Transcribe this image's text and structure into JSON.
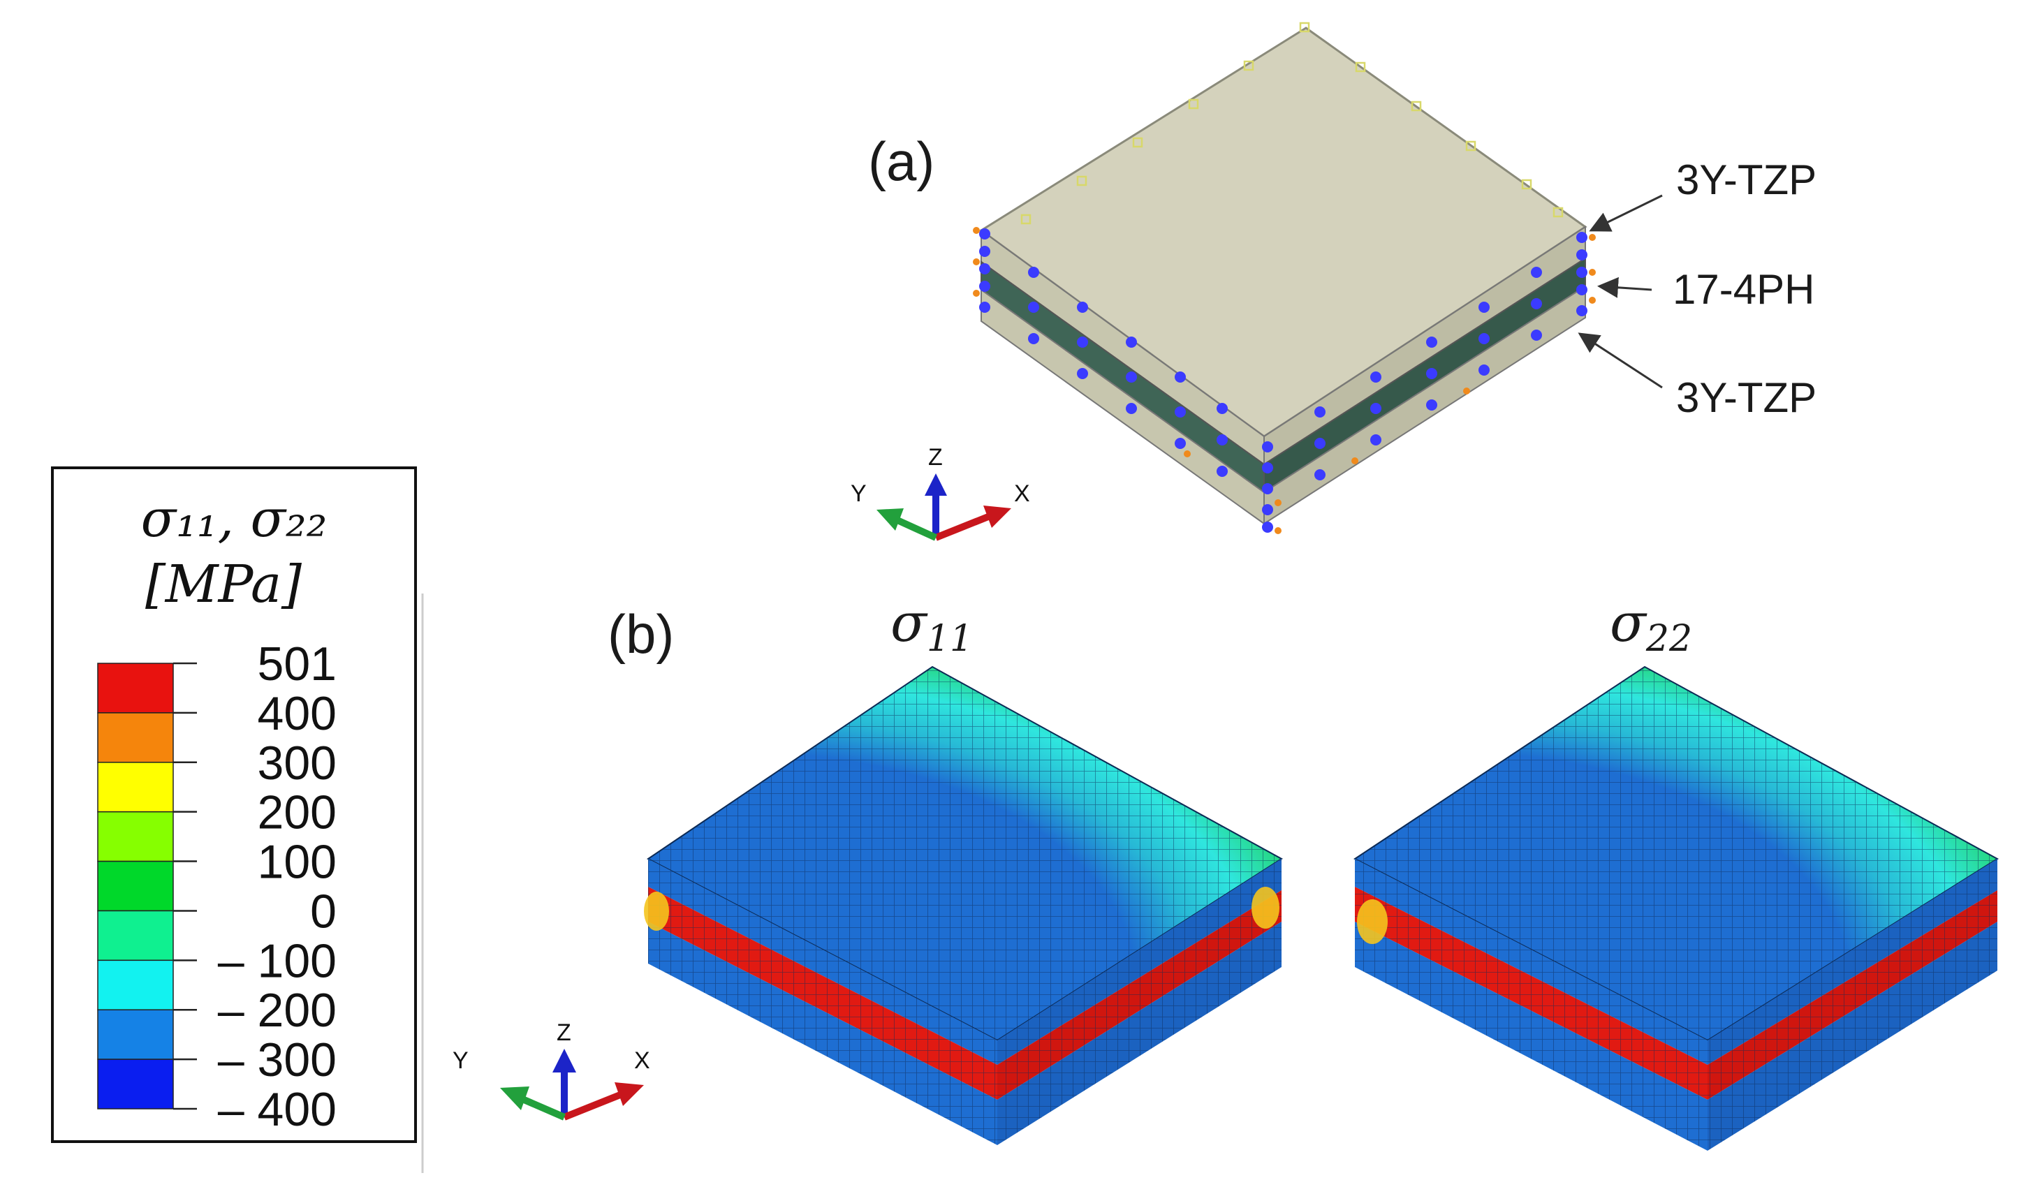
{
  "panel_a": {
    "label": "(a)",
    "layers": [
      {
        "name": "3Y-TZP",
        "color": "#d4d2bc"
      },
      {
        "name": "17-4PH",
        "color": "#4a6e5e"
      },
      {
        "name": "3Y-TZP",
        "color": "#d4d2bc"
      }
    ],
    "axes": {
      "x": "X",
      "y": "Y",
      "z": "Z"
    }
  },
  "panel_b": {
    "label": "(b)",
    "plots": [
      {
        "sigma": "σ",
        "sub": "11"
      },
      {
        "sigma": "σ",
        "sub": "22"
      }
    ],
    "axes": {
      "x": "X",
      "y": "Y",
      "z": "Z"
    }
  },
  "legend": {
    "title_line1": "σ₁₁, σ₂₂",
    "title_line2": "[MPa]",
    "ticks": [
      "501",
      "400",
      "300",
      "200",
      "100",
      "0",
      "– 100",
      "– 200",
      "– 300",
      "– 400"
    ],
    "colors": [
      "#e8120f",
      "#f5850c",
      "#ffff00",
      "#86ff00",
      "#00d82a",
      "#0ff090",
      "#12f2f0",
      "#1582e6",
      "#0a1ef0"
    ]
  },
  "colors": {
    "ceramic": "#d4d2bc",
    "steel": "#4a6e5e",
    "bc_blue": "#3b3bff",
    "bc_orange": "#f08a1c",
    "mesh_blue": "#1e6ed2",
    "mesh_red": "#e11a12",
    "mesh_cyan": "#2ee4e0",
    "mesh_green": "#1fd24a",
    "axis_red": "#c8161c",
    "axis_green": "#22a03c",
    "axis_blue": "#1c24c8"
  }
}
